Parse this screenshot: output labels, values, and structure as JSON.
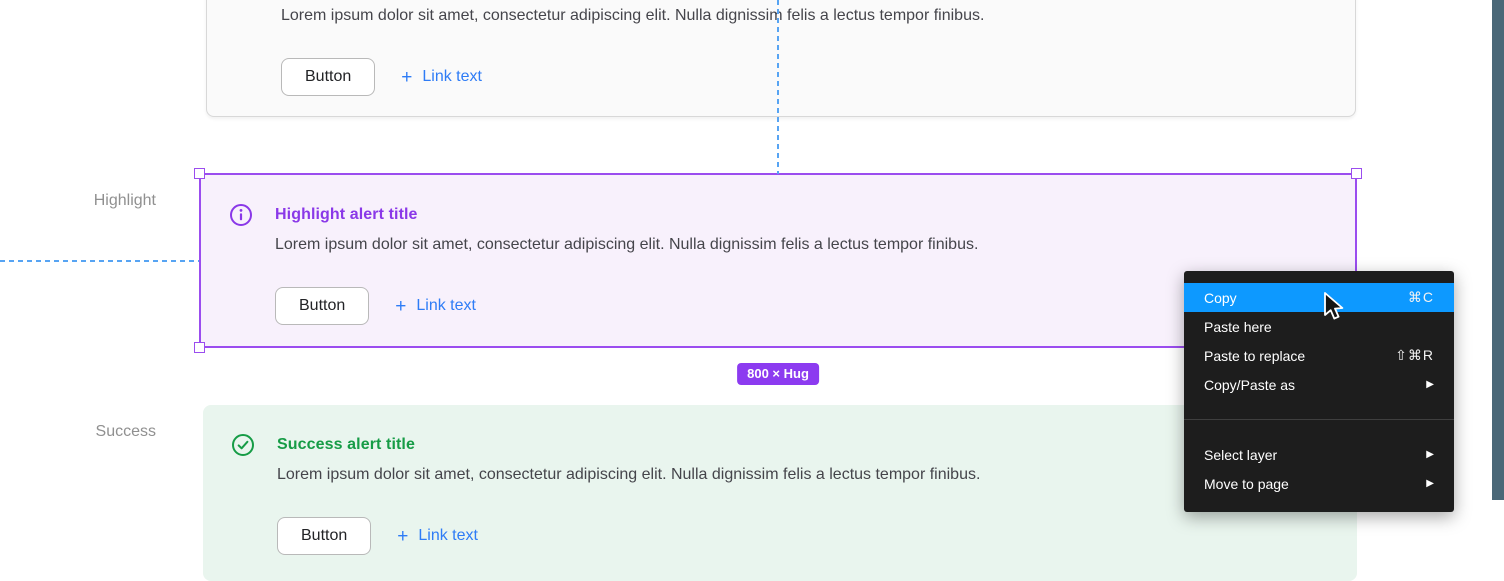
{
  "colors": {
    "accent_purple": "#8c3bf0",
    "selection_purple": "#9b4def",
    "highlight_title_purple": "#8a38e8",
    "highlight_bg": "#f8f1fc",
    "success_green": "#169c46",
    "success_bg": "#e9f5ee",
    "link_blue": "#2e7cf6",
    "menu_bg": "#1d1d1d",
    "menu_highlight_blue": "#0d99ff",
    "guide_blue": "#57a4f3",
    "right_strip": "#4a6878"
  },
  "side_labels": {
    "highlight": "Highlight",
    "success": "Success"
  },
  "alerts": {
    "partial": {
      "body": "Lorem ipsum dolor sit amet, consectetur adipiscing elit. Nulla dignissim felis a lectus tempor finibus.",
      "button_label": "Button",
      "link_label": "Link text"
    },
    "highlight": {
      "title": "Highlight alert title",
      "body": "Lorem ipsum dolor sit amet, consectetur adipiscing elit. Nulla dignissim felis a lectus tempor finibus.",
      "button_label": "Button",
      "link_label": "Link text"
    },
    "success": {
      "title": "Success alert title",
      "body": "Lorem ipsum dolor sit amet, consectetur adipiscing elit. Nulla dignissim felis a lectus tempor finibus.",
      "button_label": "Button",
      "link_label": "Link text"
    }
  },
  "selection": {
    "size_badge": "800 × Hug"
  },
  "icons": {
    "plus": "+",
    "submenu_arrow": "▶",
    "info": "i",
    "success_check": "✓"
  },
  "context_menu": {
    "items": [
      {
        "label": "Copy",
        "shortcut": "⌘C"
      },
      {
        "label": "Paste here",
        "shortcut": ""
      },
      {
        "label": "Paste to replace",
        "shortcut": "⇧⌘R"
      },
      {
        "label": "Copy/Paste as",
        "submenu": true
      },
      {
        "label": "Select layer",
        "submenu": true
      },
      {
        "label": "Move to page",
        "submenu": true
      }
    ]
  }
}
